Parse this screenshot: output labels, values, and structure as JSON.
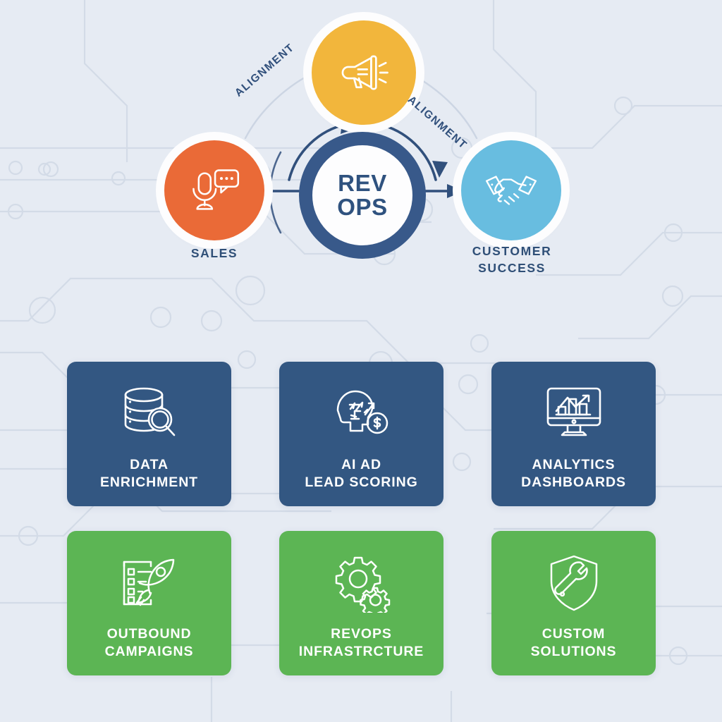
{
  "theme": {
    "background": "#e6ebf3",
    "primary_blue": "#335782",
    "ring_blue": "#38598a",
    "green": "#5cb554",
    "orange": "#ea6a37",
    "yellow": "#f2b63c",
    "light_blue": "#68bde0",
    "label_text": "#2f4f77",
    "card_text": "#ffffff"
  },
  "hub": {
    "center": {
      "line1": "REV",
      "line2": "OPS",
      "icon": "circular-arrows-icon"
    },
    "nodes": [
      {
        "id": "marketing",
        "label": "",
        "icon": "megaphone-icon",
        "color": "#f2b63c"
      },
      {
        "id": "sales",
        "label": "SALES",
        "icon": "microphone-chat-icon",
        "color": "#ea6a37"
      },
      {
        "id": "customer-success",
        "label": "CUSTOMER\nSUCCESS",
        "label_line1": "CUSTOMER",
        "label_line2": "SUCCESS",
        "icon": "handshake-icon",
        "color": "#68bde0"
      }
    ],
    "connector_labels": {
      "left": "ALIGNMENT",
      "right": "ALIGNMENT"
    }
  },
  "cards": [
    {
      "id": "data-enrichment",
      "line1": "DATA",
      "line2": "ENRICHMENT",
      "icon": "database-search-icon",
      "color": "blue"
    },
    {
      "id": "ai-ad-lead-scoring",
      "line1": "AI AD",
      "line2": "LEAD SCORING",
      "icon": "brain-money-growth-icon",
      "color": "blue"
    },
    {
      "id": "analytics-dashboards",
      "line1": "ANALYTICS",
      "line2": "DASHBOARDS",
      "icon": "monitor-chart-icon",
      "color": "blue"
    },
    {
      "id": "outbound-campaigns",
      "line1": "OUTBOUND",
      "line2": "CAMPAIGNS",
      "icon": "rocket-checklist-icon",
      "color": "green"
    },
    {
      "id": "revops-infrastrcture",
      "line1": "REVOPS",
      "line2": "INFRASTRCTURE",
      "icon": "gears-icon",
      "color": "green"
    },
    {
      "id": "custom-solutions",
      "line1": "CUSTOM",
      "line2": "SOLUTIONS",
      "icon": "shield-wrench-icon",
      "color": "green"
    }
  ]
}
